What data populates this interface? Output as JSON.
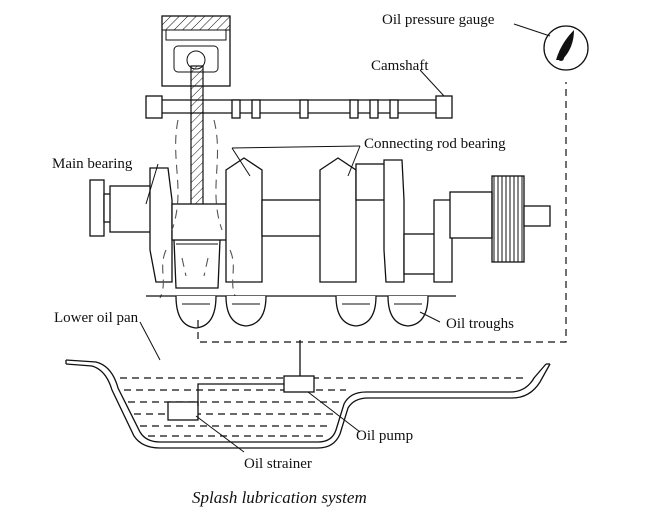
{
  "labels": {
    "oil_pressure_gauge": "Oil pressure gauge",
    "camshaft": "Camshaft",
    "connecting_rod_bearing": "Connecting rod bearing",
    "main_bearing": "Main bearing",
    "lower_oil_pan": "Lower oil pan",
    "oil_troughs": "Oil troughs",
    "oil_pump": "Oil pump",
    "oil_strainer": "Oil strainer"
  },
  "caption": "Splash lubrication system",
  "icons": [
    "gauge-icon"
  ]
}
